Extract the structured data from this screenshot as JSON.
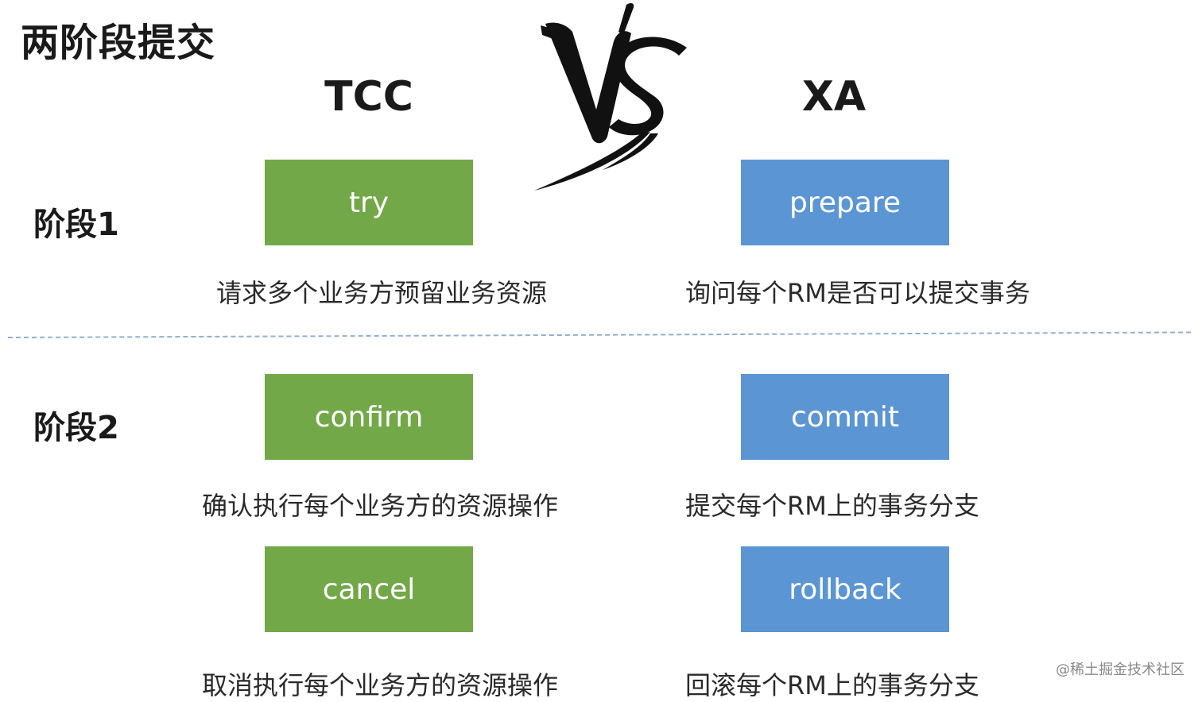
{
  "title": "两阶段提交",
  "columns": {
    "left": "TCC",
    "right": "XA"
  },
  "phases": {
    "phase1": "阶段1",
    "phase2": "阶段2"
  },
  "tcc": {
    "try": {
      "label": "try",
      "desc": "请求多个业务方预留业务资源"
    },
    "confirm": {
      "label": "confirm",
      "desc": "确认执行每个业务方的资源操作"
    },
    "cancel": {
      "label": "cancel",
      "desc": "取消执行每个业务方的资源操作"
    }
  },
  "xa": {
    "prepare": {
      "label": "prepare",
      "desc": "询问每个RM是否可以提交事务"
    },
    "commit": {
      "label": "commit",
      "desc": "提交每个RM上的事务分支"
    },
    "rollback": {
      "label": "rollback",
      "desc": "回滚每个RM上的事务分支"
    }
  },
  "vs_text": "VS",
  "watermark": "@稀土掘金技术社区",
  "colors": {
    "tcc_box": "#72a848",
    "xa_box": "#5b95d4",
    "divider": "#8fb0d4"
  }
}
